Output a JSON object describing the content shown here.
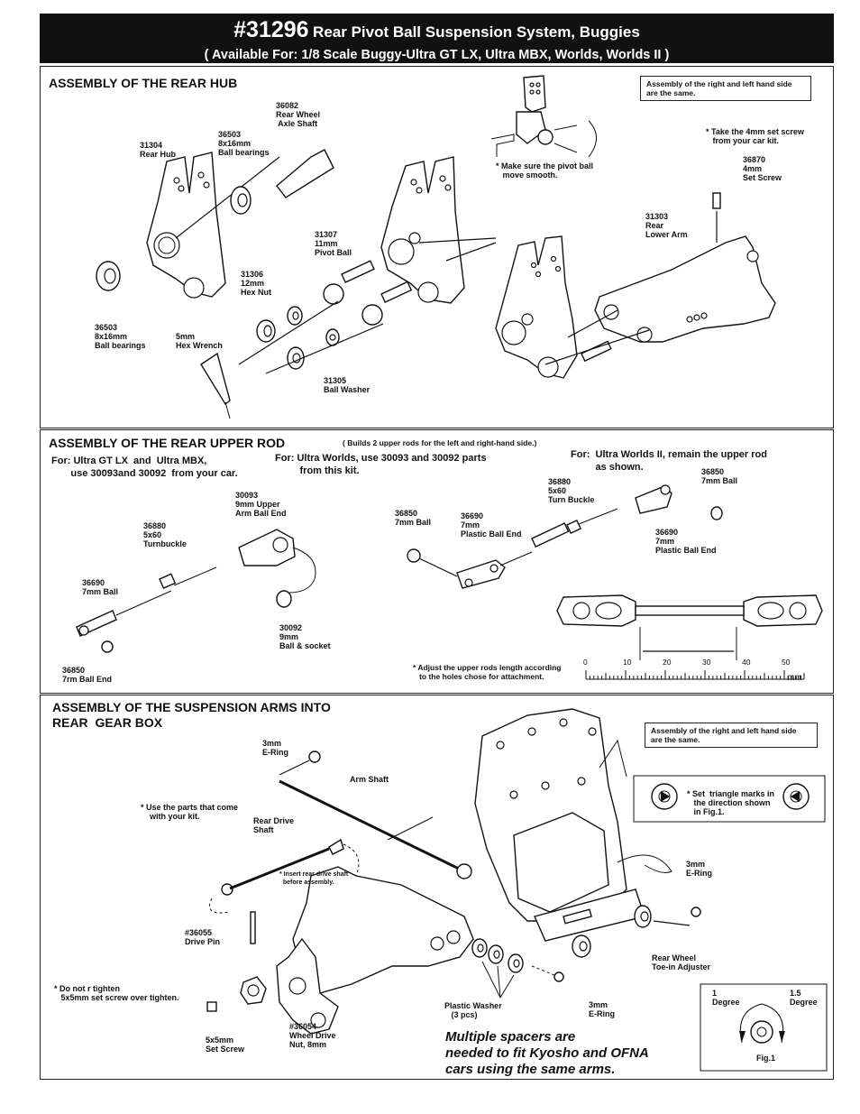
{
  "header": {
    "number": "#31296",
    "title": "Rear Pivot Ball Suspension System, Buggies",
    "subtitle": "( Available For: 1/8 Scale Buggy-Ultra GT LX, Ultra MBX, Worlds, Worlds II  )"
  },
  "hub": {
    "title": "ASSEMBLY OF THE REAR HUB",
    "note_box": "Assembly of the right and left hand side\nare the same.",
    "labels": {
      "p36082": "36082\nRear Wheel\n Axle Shaft",
      "p36503a": "36503\n8x16mm\nBall bearings",
      "p31304": "31304\nRear Hub",
      "p31307": "31307\n11mm\nPivot Ball",
      "p31306": "31306\n12mm\nHex Nut",
      "p36503b": "36503\n8x16mm\nBall bearings",
      "wrench": "5mm\nHex Wrench",
      "p31305": "31305\nBall Washer",
      "pivot_note": "* Make sure the pivot ball\n   move smooth.",
      "setscrew_note": "* Take the 4mm set screw\n   from your car kit.",
      "p36870": "36870\n4mm\nSet Screw",
      "p31303": "31303\nRear\nLower Arm"
    }
  },
  "upper": {
    "title": "ASSEMBLY OF THE REAR UPPER ROD",
    "builds": "( Builds 2 upper rods for the left and right-hand side.)",
    "for_gt": "For: Ultra GT LX  and  Ultra MBX,\n       use 30093and 30092  from your car.",
    "for_worlds": "For: Ultra Worlds, use 30093 and 30092 parts\n         from this kit.",
    "for_worlds2": "For:  Ultra Worlds II, remain the upper rod\n         as shown.",
    "labels": {
      "p30093": "30093\n9mm Upper\nArm Ball End",
      "p36880a": "36880\n5x60\nTurnbuckle",
      "p36690a": "36690\n7mm Ball",
      "p30092": "30092\n9mm\nBall & socket",
      "p36850a": "36850\n7rm Ball End",
      "p36850b": "36850\n7mm Ball",
      "p36690b": "36690\n7mm\nPlastic Ball End",
      "p36880b": "36880\n5x60\nTurn Buckle",
      "p36850c": "36850\n7mm Ball",
      "p36690c": "36690\n7mm\nPlastic Ball End",
      "adjust": "* Adjust the upper rods length according\n   to the holes chose for attachment."
    },
    "ruler": {
      "ticks": [
        "0",
        "10",
        "20",
        "30",
        "40",
        "50"
      ],
      "unit": "mm"
    }
  },
  "arms": {
    "title": "ASSEMBLY OF THE SUSPENSION ARMS INTO\nREAR  GEAR BOX",
    "note_box": "Assembly of the right and left hand side\nare the same.",
    "triangle_note": "* Set  triangle marks in\n   the direction shown\n   in Fig.1.",
    "labels": {
      "eringA": "3mm\nE-Ring",
      "armshaft": "Arm Shaft",
      "use_parts": "* Use the parts that come\n    with your kit.",
      "driveshaft": "Rear Drive\nShaft",
      "insert": "* Insert rear drive shaft\n  before assembly.",
      "p36055": "#36055\nDrive Pin",
      "notighten": "* Do not r tighten\n   5x5mm set screw over tighten.",
      "p36054": "#36054\nWheel Drive\nNut, 8mm",
      "setscrew": "5x5mm\nSet Screw",
      "washer": "Plastic Washer\n   (3 pcs)",
      "eringB": "3mm\nE-Ring",
      "eringC": "3mm\nE-Ring",
      "toein": "Rear Wheel\nToe-in Adjuster"
    },
    "spacer_note": "Multiple spacers are\nneeded to fit Kyosho and OFNA\ncars using the same arms.",
    "fig": {
      "left": "1\nDegree",
      "right": "1.5\nDegree",
      "caption": "Fig.1"
    }
  }
}
